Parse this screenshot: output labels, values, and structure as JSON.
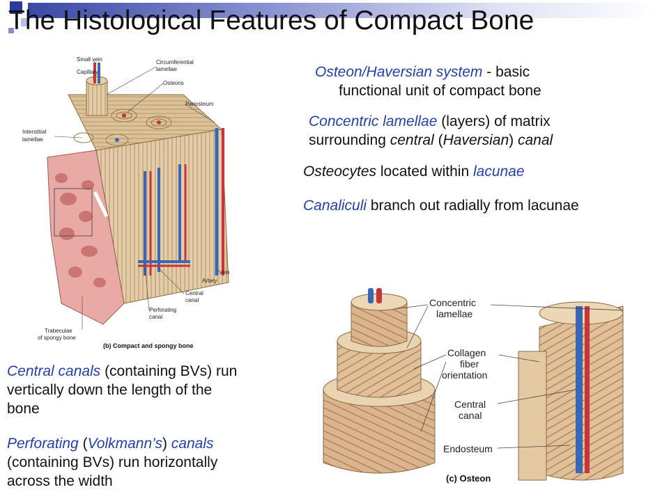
{
  "slide": {
    "title": "The Histological Features of Compact Bone",
    "bullets_right": [
      {
        "p1": "Osteon/Haversian system",
        "p2": " - basic",
        "p3": "functional unit of compact bone"
      },
      {
        "p1": "Concentric lamellae",
        "p2": " (layers) of matrix",
        "p3": "surrounding ",
        "p4": "central",
        "p5": " (",
        "p6": "Haversian",
        "p7": ") ",
        "p8": "canal"
      },
      {
        "p1": "Osteocytes",
        "p2": " located within ",
        "p3": "lacunae"
      },
      {
        "p1": "Canaliculi",
        "p2": " branch out radially from lacunae"
      }
    ],
    "bullets_left": [
      {
        "p1": "Central canals",
        "p2": " (containing BVs) run",
        "p3": "vertically down the length of the",
        "p4": "bone"
      },
      {
        "p1": "Perforating",
        "p2": " (",
        "p3": "Volkmann’s",
        "p4": ") ",
        "p5": "canals",
        "p6": "(containing BVs) run horizontally",
        "p7": "across the width"
      }
    ]
  },
  "figure_b": {
    "labels": {
      "small_vein": "Small vein",
      "capillary": "Capillary",
      "circumferential_1": "Circumferential",
      "circumferential_2": "lamellae",
      "osteons": "Osteons",
      "periosteum": "Periosteum",
      "interstitial_1": "Interstitial",
      "interstitial_2": "lamellae",
      "vein": "Vein",
      "artery": "Artery",
      "central_1": "Central",
      "central_2": "canal",
      "perforating_1": "Perforating",
      "perforating_2": "canal",
      "trabeculae_1": "Trabeculae",
      "trabeculae_2": "of spongy bone"
    },
    "caption": "(b) Compact and spongy bone"
  },
  "figure_c": {
    "labels": {
      "concentric_1": "Concentric",
      "concentric_2": "lamellae",
      "collagen_1": "Collagen",
      "collagen_2": "fiber",
      "collagen_3": "orientation",
      "central_1": "Central",
      "central_2": "canal",
      "endosteum": "Endosteum"
    },
    "caption": "(c) Osteon"
  }
}
